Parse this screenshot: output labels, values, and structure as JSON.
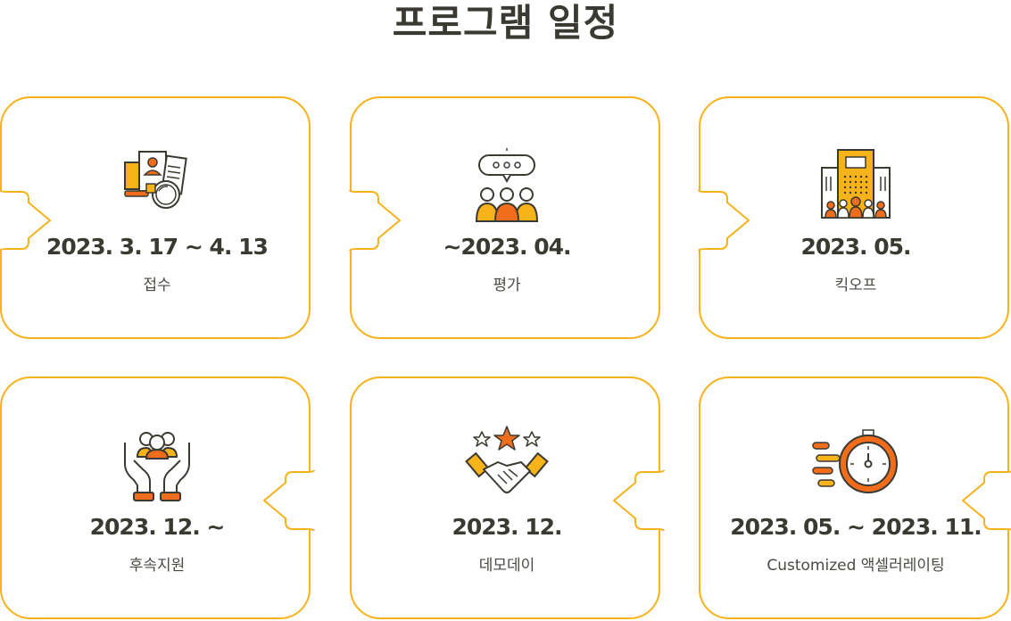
{
  "page": {
    "title": "프로그램 일정"
  },
  "colors": {
    "border": "#f8b21a",
    "accent_orange": "#f26d1b",
    "accent_yellow": "#f8b21a",
    "text": "#3b3a32"
  },
  "schedule": [
    {
      "date": "2023. 3. 17 ~ 4. 13",
      "label": "접수",
      "icon": "applications-icon"
    },
    {
      "date": "~2023. 04.",
      "label": "평가",
      "icon": "discussion-group-icon"
    },
    {
      "date": "2023. 05.",
      "label": "킥오프",
      "icon": "building-team-icon"
    },
    {
      "date": "2023. 12. ~",
      "label": "후속지원",
      "icon": "support-hands-icon"
    },
    {
      "date": "2023. 12.",
      "label": "데모데이",
      "icon": "handshake-stars-icon"
    },
    {
      "date": "2023. 05. ~ 2023. 11.",
      "label": "Customized 액셀러레이팅",
      "icon": "speed-stopwatch-icon"
    }
  ]
}
